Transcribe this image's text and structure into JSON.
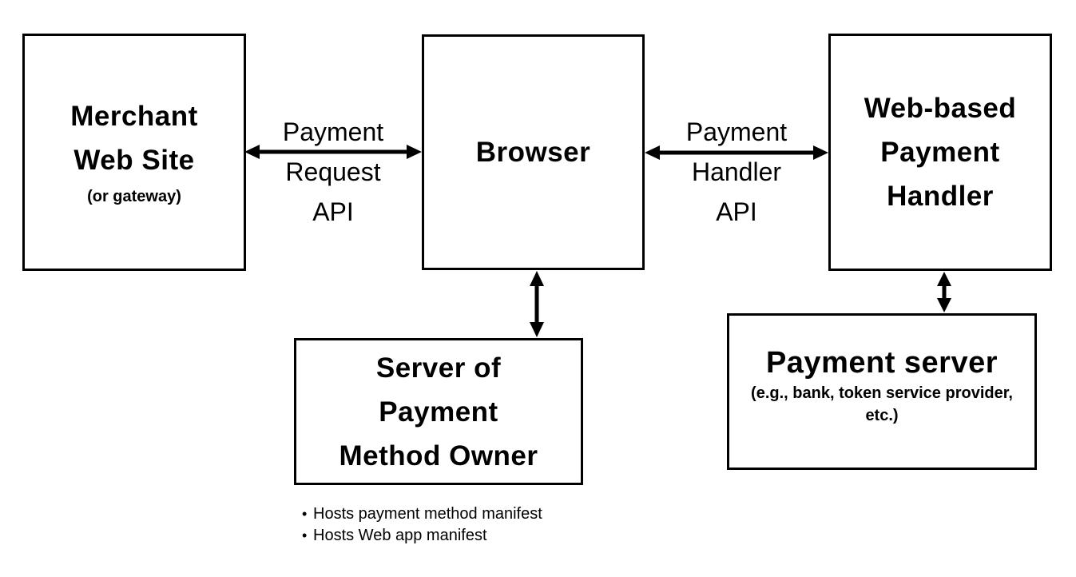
{
  "colors": {
    "ink": "#000000",
    "background": "#ffffff"
  },
  "boxes": {
    "merchant": {
      "lines": [
        "Merchant",
        "Web Site"
      ],
      "subtitle": "(or gateway)"
    },
    "browser": {
      "title": "Browser"
    },
    "web_payment_handler": {
      "lines": [
        "Web-based",
        "Payment",
        "Handler"
      ]
    },
    "server_owner": {
      "lines": [
        "Server of",
        "Payment",
        "Method Owner"
      ]
    },
    "payment_server": {
      "title": "Payment server",
      "subtitle_lines": [
        "(e.g., bank, token service provider,",
        "etc.)"
      ]
    }
  },
  "arrow_labels": {
    "payment_request": {
      "lines": [
        "Payment",
        "Request",
        "API"
      ]
    },
    "payment_handler": {
      "lines": [
        "Payment",
        "Handler",
        "API"
      ]
    }
  },
  "notes": {
    "bullet_char": "•",
    "bullets": [
      "Hosts payment method manifest",
      "Hosts Web app manifest"
    ]
  }
}
